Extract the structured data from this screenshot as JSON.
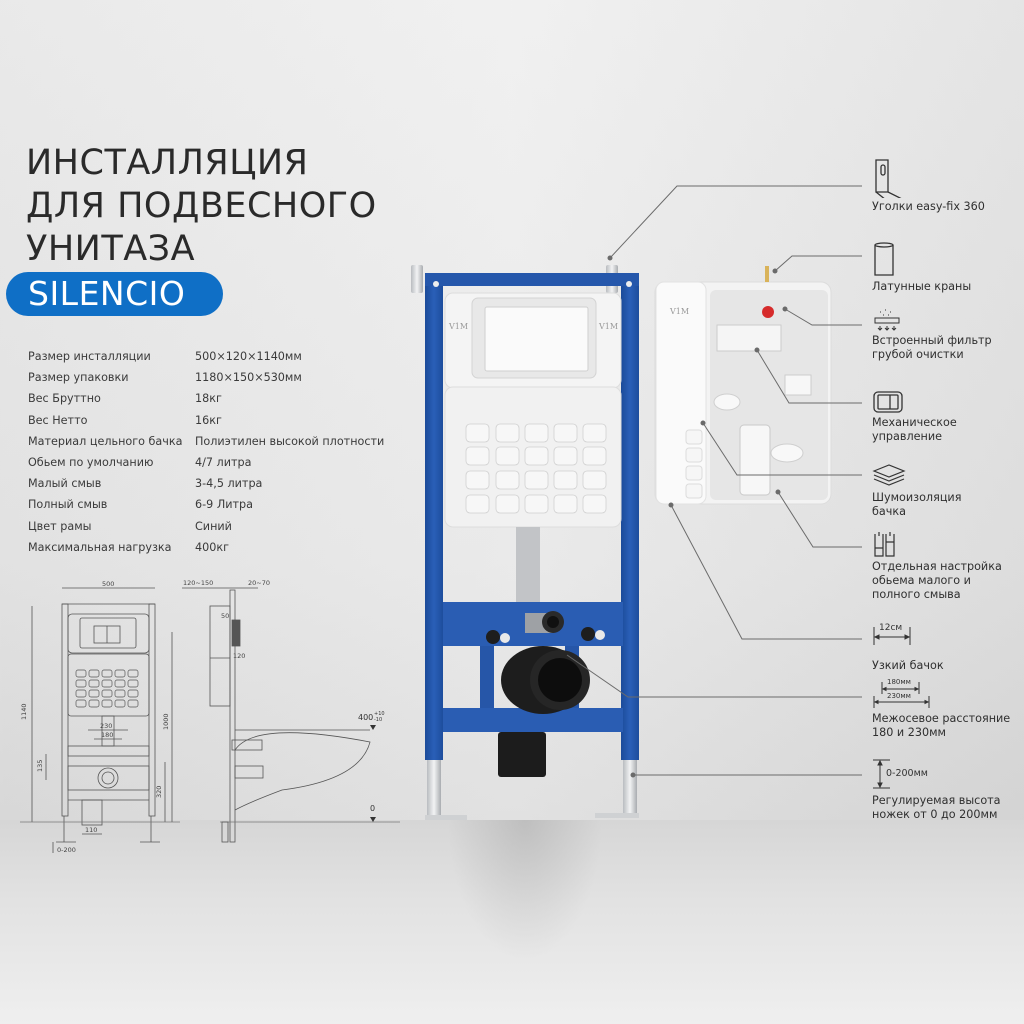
{
  "header": {
    "title_lines": [
      "ИНСТАЛЛЯЦИЯ",
      "ДЛЯ ПОДВЕСНОГО",
      "УНИТАЗА"
    ],
    "badge": "SILENCIO",
    "badge_color": "#0f6fc6"
  },
  "specs": [
    {
      "label": "Размер инсталляции",
      "value": "500×120×1140мм"
    },
    {
      "label": "Размер упаковки",
      "value": "1180×150×530мм"
    },
    {
      "label": "Вес Бруттно",
      "value": "18кг"
    },
    {
      "label": "Вес Нетто",
      "value": "16кг"
    },
    {
      "label": "Материал цельного бачка",
      "value": "Полиэтилен высокой плотности"
    },
    {
      "label": "Обьем по умолчанию",
      "value": "4/7 литра"
    },
    {
      "label": "Малый смыв",
      "value": "3-4,5 литра"
    },
    {
      "label": "Полный смыв",
      "value": "6-9 Литра"
    },
    {
      "label": "Цвет рамы",
      "value": "Синий"
    },
    {
      "label": "Максимальная нагрузка",
      "value": "400кг"
    }
  ],
  "drawing": {
    "width": "500",
    "height_total": "1140",
    "height_1000": "1000",
    "height_320": "320",
    "dim_135": "135",
    "dim_230": "230",
    "dim_180": "180",
    "dim_110": "110",
    "dim_0_200": "0-200",
    "side_120_150": "120~150",
    "side_20_70": "20~70",
    "side_50": "50",
    "side_120": "120",
    "level_400": "400",
    "level_400_tol_plus": "+10",
    "level_400_tol_minus": "-10",
    "level_0": "0"
  },
  "product": {
    "brand_mark": "V1M",
    "frame_color": "#2356a8"
  },
  "features": [
    {
      "icon": "corner-bracket-icon",
      "label": "Уголки easy-fix 360"
    },
    {
      "icon": "brass-cylinder-icon",
      "label": "Латунные краны"
    },
    {
      "icon": "filter-icon",
      "label": "Встроенный фильтр\nгрубой очистки"
    },
    {
      "icon": "flush-button-icon",
      "label": "Механическое\nуправление"
    },
    {
      "icon": "layers-icon",
      "label": "Шумоизоляция\nбачка"
    },
    {
      "icon": "volume-adjust-icon",
      "label": "Отдельная настройка\nобьема малого и\nполного смыва"
    },
    {
      "icon": "width-12cm-icon",
      "icon_text": "12см",
      "label": "Узкий бачок"
    },
    {
      "icon": "axis-distance-icon",
      "icon_text_a": "180мм",
      "icon_text_b": "230мм",
      "label": "Межосевое расстояние\n180 и 230мм"
    },
    {
      "icon": "height-adjust-icon",
      "icon_text": "0-200мм",
      "label": "Регулируемая высота\nножек от 0 до 200мм"
    }
  ]
}
